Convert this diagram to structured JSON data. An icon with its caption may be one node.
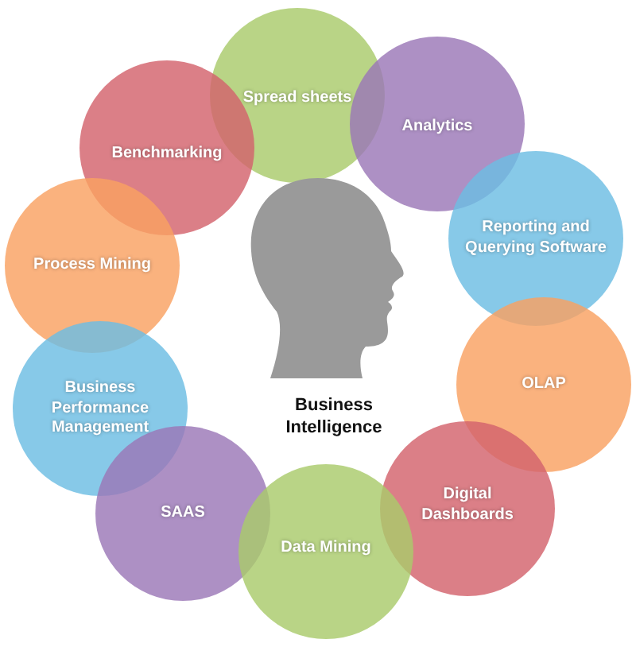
{
  "diagram": {
    "nodes": [
      {
        "text": [
          "Spread sheets"
        ]
      },
      {
        "text": [
          "Analytics"
        ]
      },
      {
        "text": [
          "Benchmarking"
        ]
      },
      {
        "text": [
          "Reporting and Querying Software"
        ]
      },
      {
        "text": [
          "Process Mining"
        ]
      },
      {
        "text": [
          "OLAP"
        ]
      },
      {
        "text": [
          "Business Performance Management"
        ]
      },
      {
        "text": [
          "Digital Dashboards"
        ]
      },
      {
        "text": [
          "SAAS"
        ]
      },
      {
        "text": [
          "Data Mining"
        ]
      }
    ],
    "labels": [
      "Business Intelligence"
    ]
  }
}
